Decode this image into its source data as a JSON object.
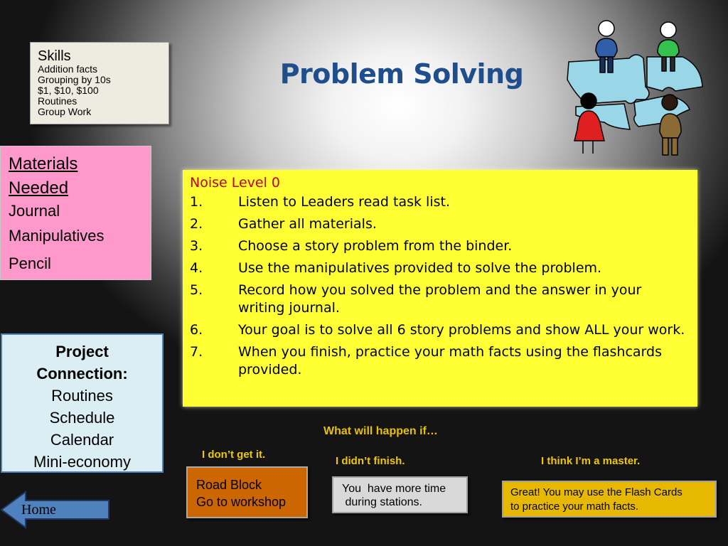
{
  "title": "Problem Solving",
  "skills": {
    "heading": "Skills",
    "lines": [
      "Addition facts",
      "Grouping by 10s",
      "$1, $10, $100",
      "Routines",
      "Group Work"
    ]
  },
  "materials": {
    "heading_line1": "Materials",
    "heading_line2": "Needed",
    "items": [
      "Journal",
      "Manipulatives",
      "Pencil"
    ]
  },
  "project_connection": {
    "heading_line1": "Project",
    "heading_line2": "Connection:",
    "items": [
      "Routines",
      "Schedule",
      "Calendar",
      "Mini-economy"
    ]
  },
  "task_list": {
    "noise_level": "Noise Level 0",
    "steps": [
      {
        "num": "1.",
        "text": "Listen to Leaders read task list."
      },
      {
        "num": "2.",
        "text": "Gather all materials."
      },
      {
        "num": "3.",
        "text": "Choose a story problem from the binder."
      },
      {
        "num": "4.",
        "text": "Use the manipulatives provided to solve the problem."
      },
      {
        "num": "5.",
        "text": "Record how you solved the problem and the answer in your writing journal."
      },
      {
        "num": "6.",
        "text": "Your goal is to solve all 6 story problems and show ALL your work."
      },
      {
        "num": "7.",
        "text": "When you finish, practice your math facts using the flashcards provided."
      }
    ]
  },
  "what_if": {
    "question": "What will happen if…",
    "labels": {
      "dont_get": "I don’t get it.",
      "didnt_finish": "I didn’t finish.",
      "master": "I think I’m a master."
    },
    "road_block_line1": "Road Block",
    "road_block_line2": "Go to workshop",
    "more_time_line1": "You  have more time",
    "more_time_line2": " during stations.",
    "great_line1": "Great! You may use the Flash Cards",
    "great_line2": "to practice your math facts."
  },
  "nav": {
    "home_label": "Home"
  },
  "icons": {
    "home_arrow": "left-arrow-icon",
    "clipart": "puzzle-team-icon"
  },
  "colors": {
    "title": "#1f4e8c",
    "noise": "#c00000",
    "steps_bg": "#ffff33",
    "materials_bg": "#ff99cc",
    "project_bg": "#daeef3",
    "road_block_bg": "#cc6600",
    "great_bg": "#e6b800",
    "label_yellow": "#f0c800",
    "home_arrow": "#4f81bd"
  }
}
